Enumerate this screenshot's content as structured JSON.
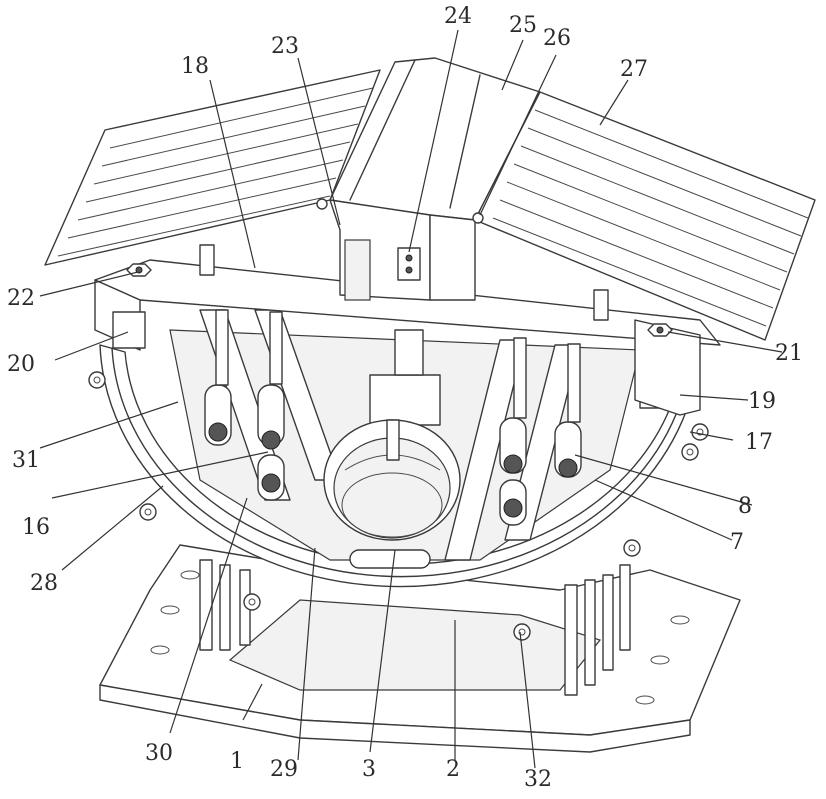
{
  "labels": {
    "l1": "1",
    "l2": "2",
    "l3": "3",
    "l7": "7",
    "l8": "8",
    "l16": "16",
    "l17": "17",
    "l18": "18",
    "l19": "19",
    "l20": "20",
    "l21": "21",
    "l22": "22",
    "l23": "23",
    "l24": "24",
    "l25": "25",
    "l26": "26",
    "l27": "27",
    "l28": "28",
    "l29": "29",
    "l30": "30",
    "l31": "31",
    "l32": "32"
  },
  "colors": {
    "line": "#3a3a3a",
    "background": "#ffffff",
    "text": "#2a2a2a"
  }
}
